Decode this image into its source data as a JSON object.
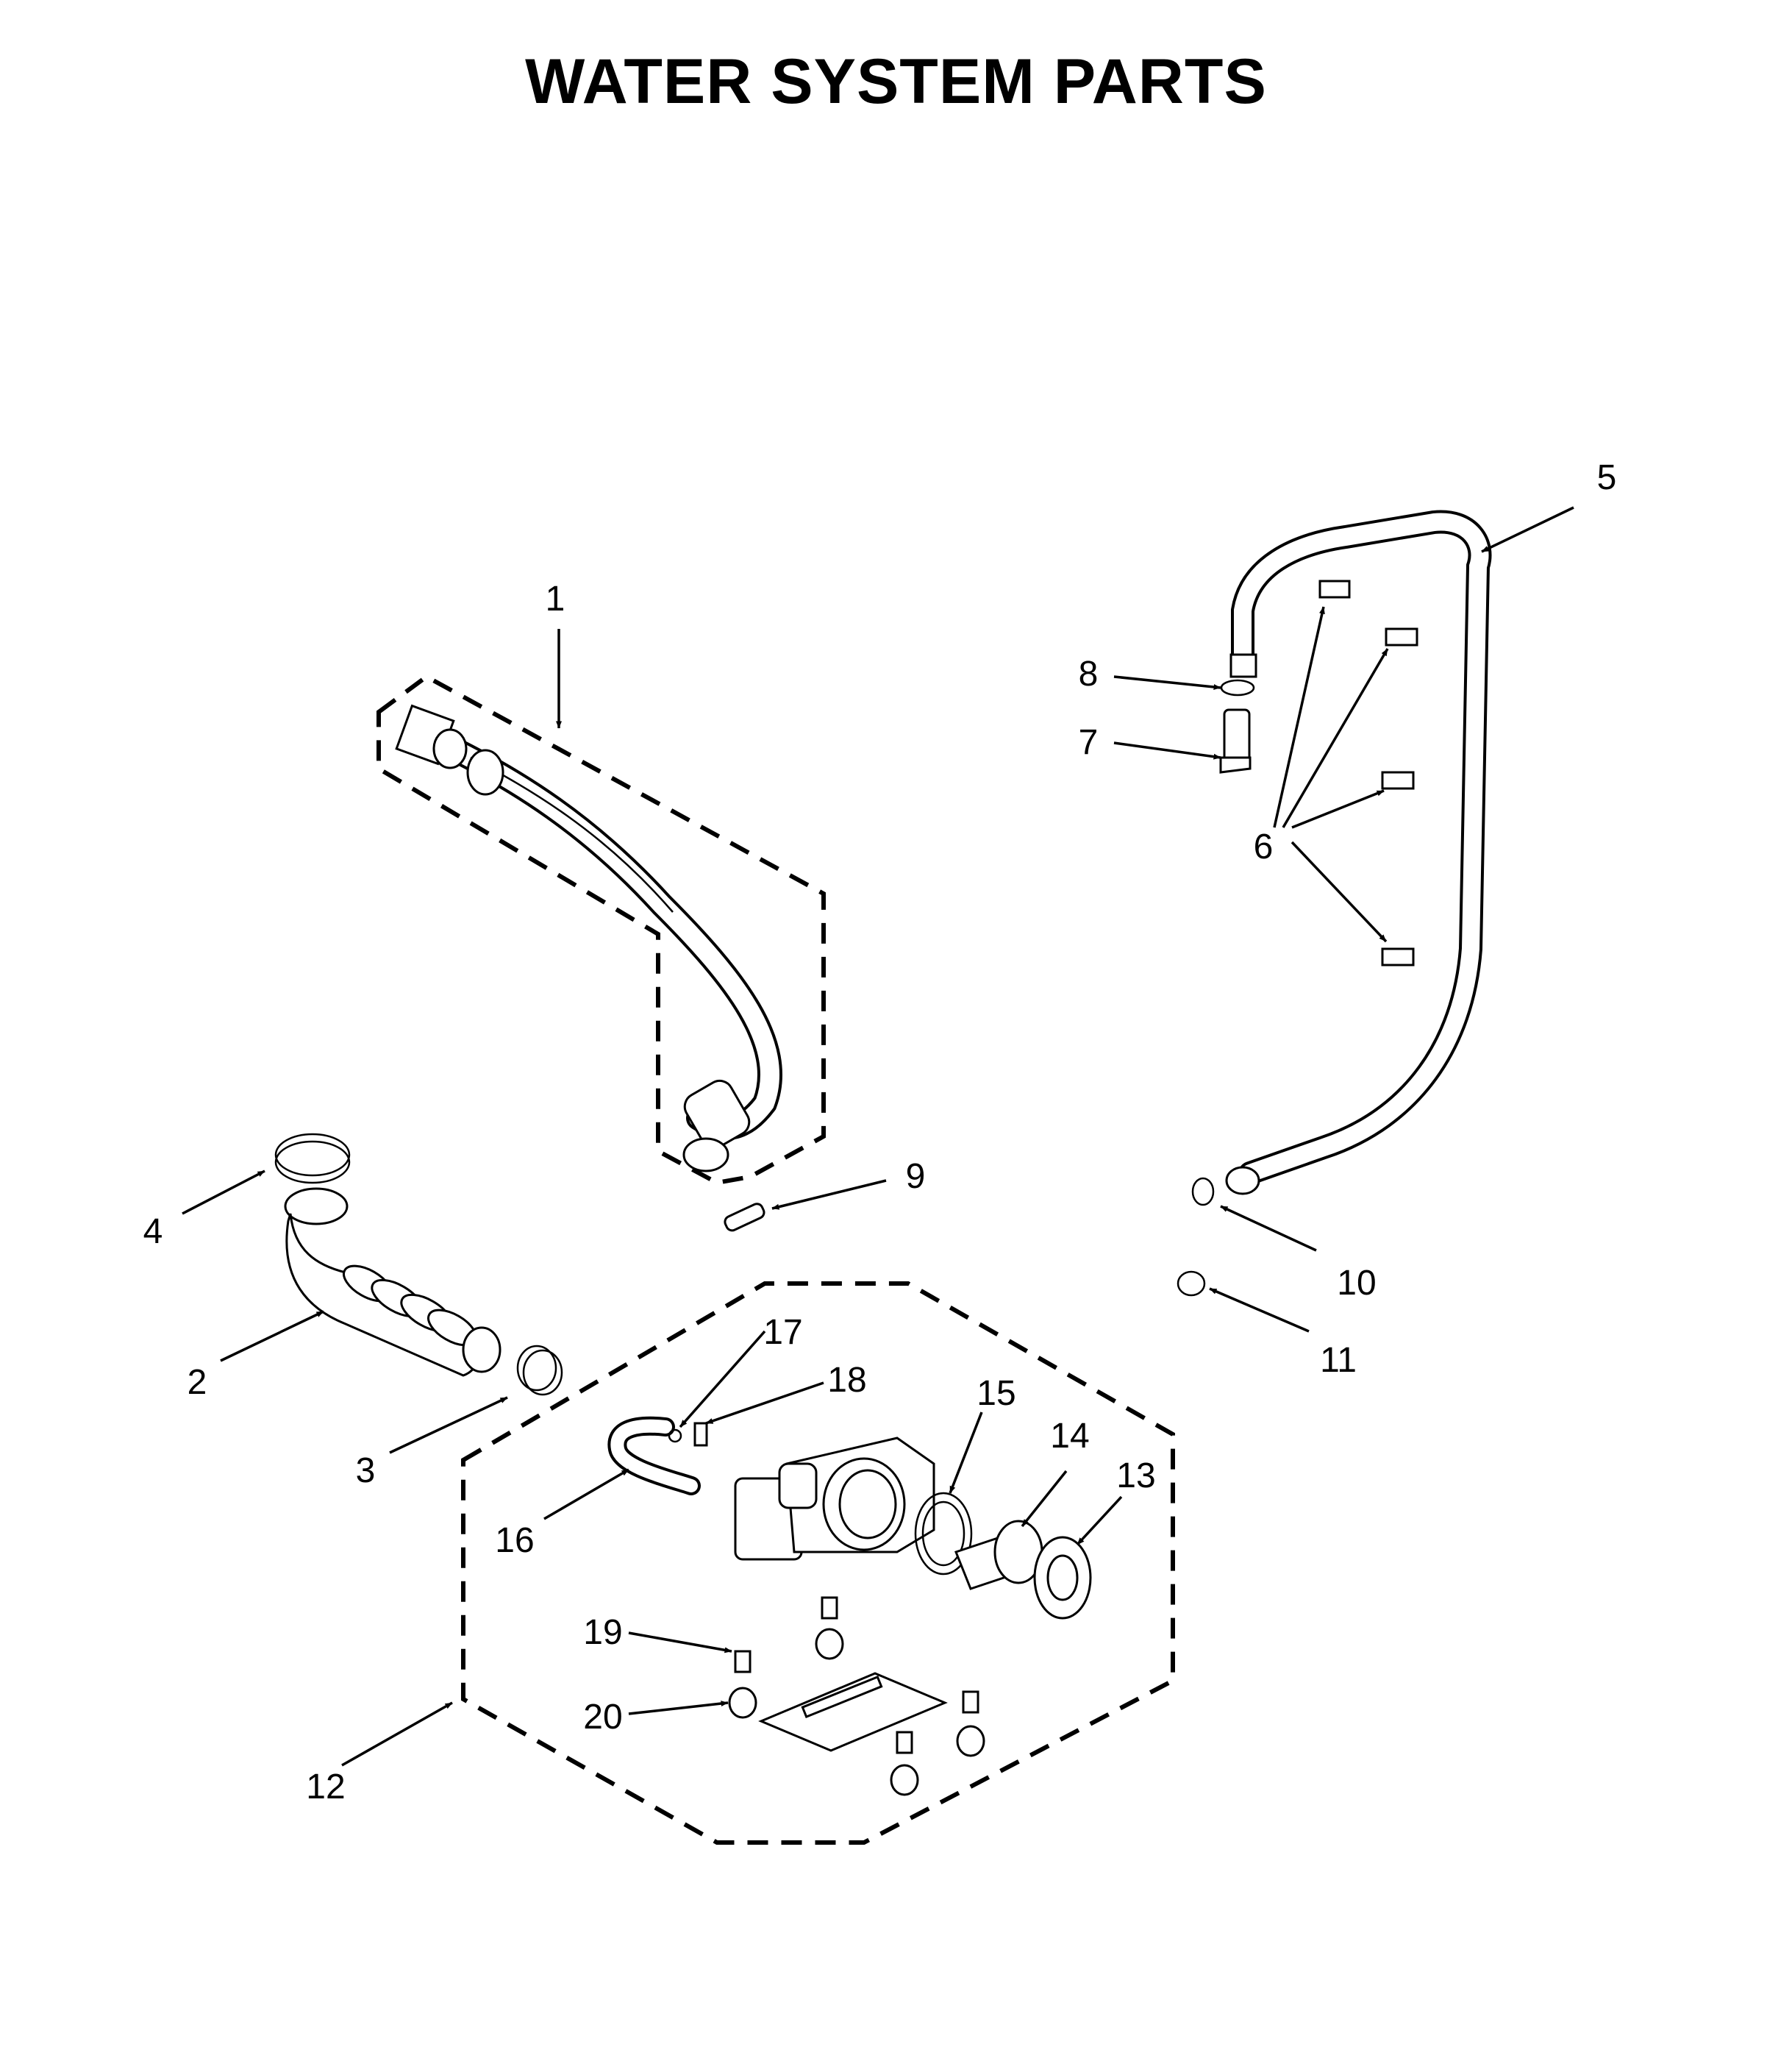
{
  "title": "WATER SYSTEM PARTS",
  "callouts": [
    {
      "id": "1",
      "label": "1"
    },
    {
      "id": "2",
      "label": "2"
    },
    {
      "id": "3",
      "label": "3"
    },
    {
      "id": "4",
      "label": "4"
    },
    {
      "id": "5",
      "label": "5"
    },
    {
      "id": "6",
      "label": "6"
    },
    {
      "id": "7",
      "label": "7"
    },
    {
      "id": "8",
      "label": "8"
    },
    {
      "id": "9",
      "label": "9"
    },
    {
      "id": "10",
      "label": "10"
    },
    {
      "id": "11",
      "label": "11"
    },
    {
      "id": "12",
      "label": "12"
    },
    {
      "id": "13",
      "label": "13"
    },
    {
      "id": "14",
      "label": "14"
    },
    {
      "id": "15",
      "label": "15"
    },
    {
      "id": "16",
      "label": "16"
    },
    {
      "id": "17",
      "label": "17"
    },
    {
      "id": "18",
      "label": "18"
    },
    {
      "id": "19",
      "label": "19"
    },
    {
      "id": "20",
      "label": "20"
    }
  ]
}
